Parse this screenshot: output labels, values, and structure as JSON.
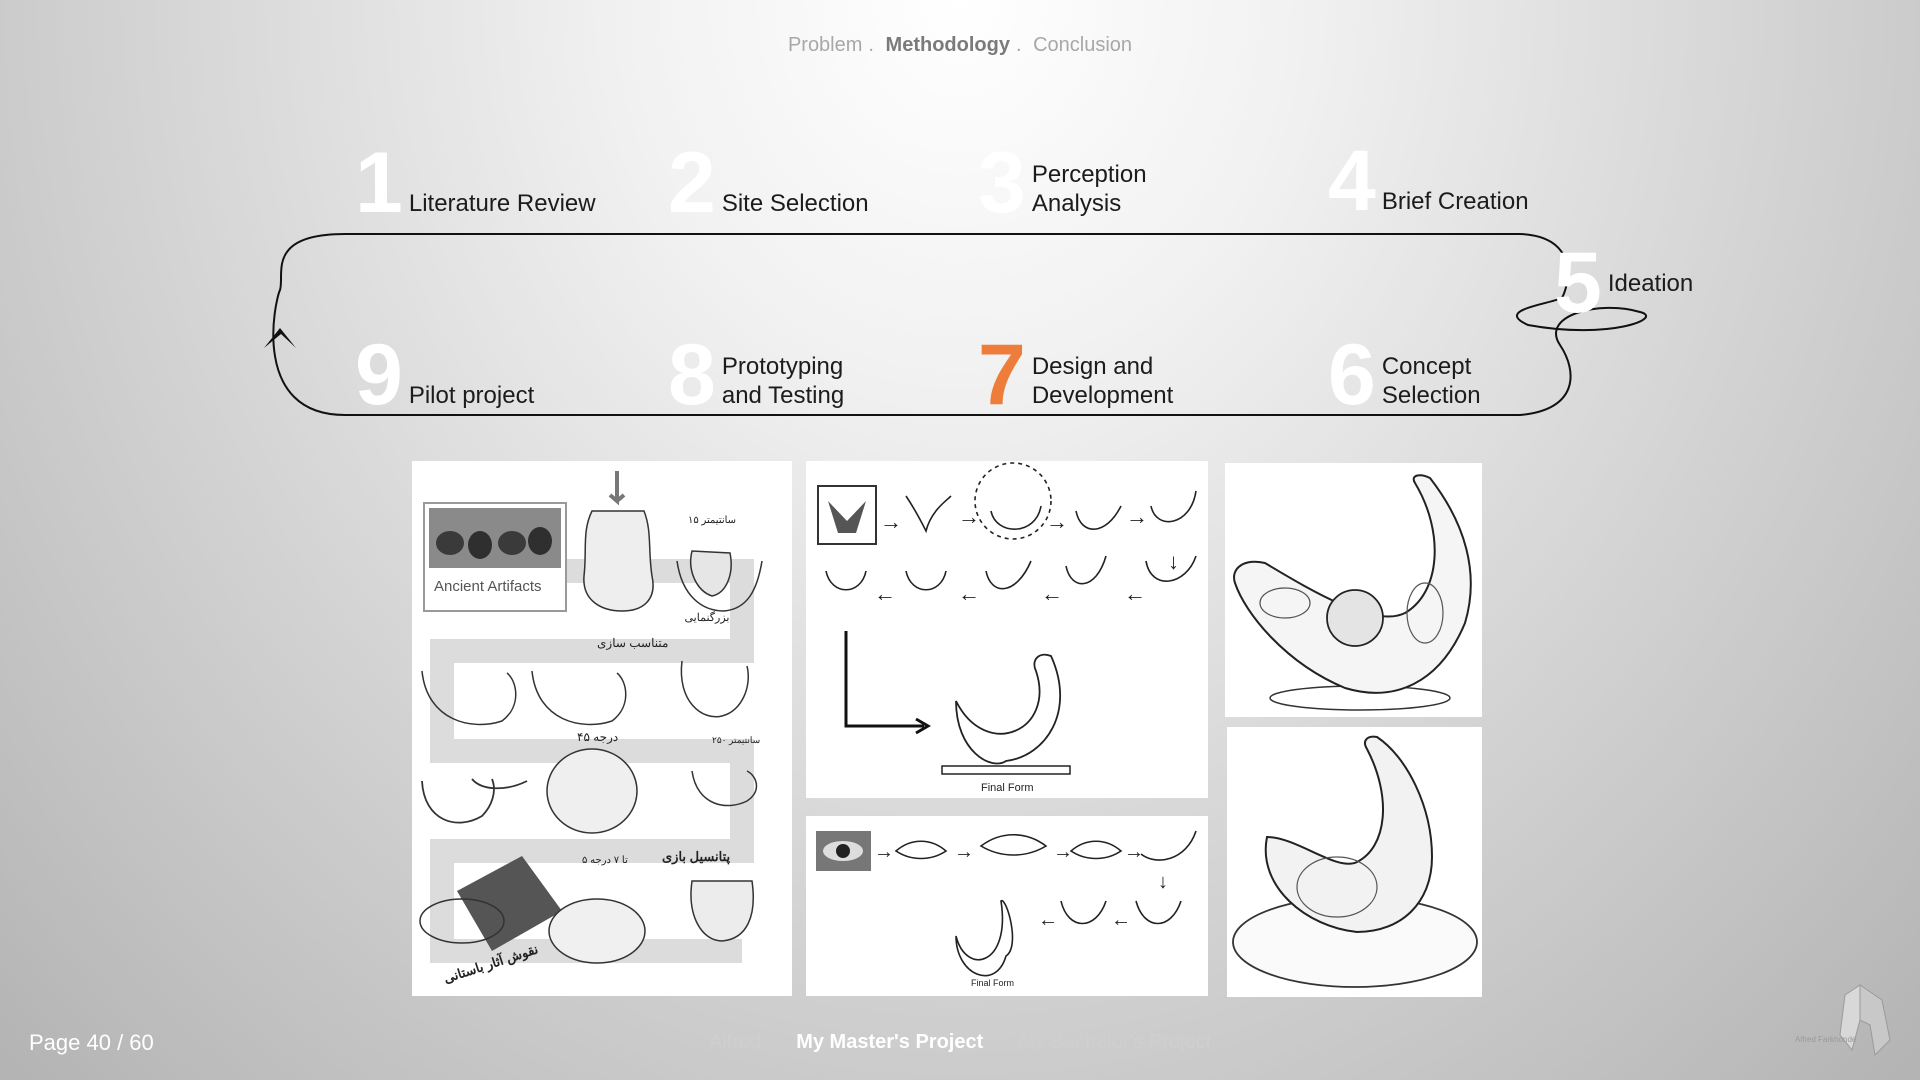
{
  "top_nav": {
    "problem": "Problem",
    "sep1": ".",
    "methodology": "Methodology",
    "sep2": ".",
    "conclusion": "Conclusion"
  },
  "steps": [
    {
      "num": "1",
      "label": "Literature Review"
    },
    {
      "num": "2",
      "label": "Site Selection"
    },
    {
      "num": "3",
      "label": "Perception\nAnalysis"
    },
    {
      "num": "4",
      "label": "Brief Creation"
    },
    {
      "num": "5",
      "label": "Ideation"
    },
    {
      "num": "6",
      "label": "Concept\nSelection"
    },
    {
      "num": "7",
      "label": "Design and\nDevelopment"
    },
    {
      "num": "8",
      "label": "Prototyping\nand Testing"
    },
    {
      "num": "9",
      "label": "Pilot project"
    }
  ],
  "active_step": "7",
  "colors": {
    "accent": "#ee7d3b",
    "active_nav": "#7b7b7b"
  },
  "panels": {
    "artifacts_label": "Ancient Artifacts",
    "final_form_1": "Final Form",
    "final_form_2": "Final Form",
    "fa_1": "۱۵ سانتیمتر",
    "fa_2": "بزرگنمایی",
    "fa_3": "متناسب سازی",
    "fa_4": "۲۵۰ سانتیمتر",
    "fa_5": "۴۵ درجه",
    "fa_6": "پتانسیل بازی",
    "fa_7": "۵ تا ۷ درجه",
    "fa_8": "نقوش آثار باستانی"
  },
  "bottom_nav": {
    "alfred": "Alfred",
    "sep1": ".",
    "masters": "My Master's Project",
    "sep2": ".",
    "bachelors": "My Bachelor's Project"
  },
  "page": "Page 40 / 60",
  "logo_text": "Alfred Farkhonde"
}
